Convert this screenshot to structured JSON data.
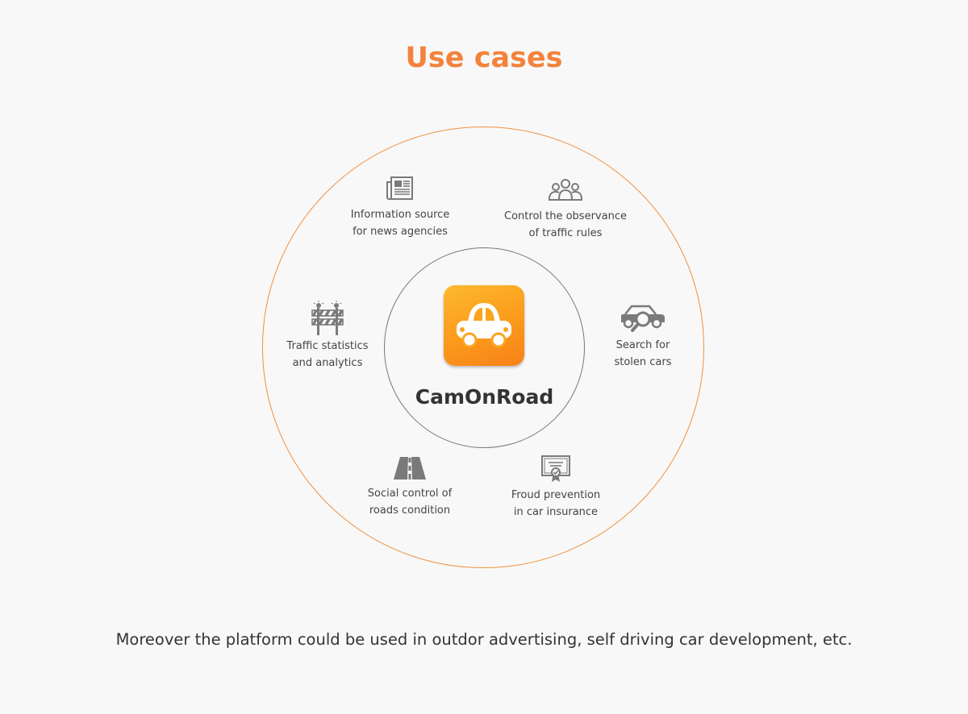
{
  "title": "Use cases",
  "center": {
    "brand": "CamOnRoad",
    "icon": "car-app-icon"
  },
  "use_cases": [
    {
      "id": "news",
      "icon": "newspaper-icon",
      "line1": "Information source",
      "line2": "for news agencies"
    },
    {
      "id": "traffic-rules",
      "icon": "people-group-icon",
      "line1": "Control the observance",
      "line2": "of traffic rules"
    },
    {
      "id": "stolen-cars",
      "icon": "car-search-icon",
      "line1": "Search for",
      "line2": "stolen cars"
    },
    {
      "id": "insurance",
      "icon": "certificate-icon",
      "line1": "Froud prevention",
      "line2": "in car insurance"
    },
    {
      "id": "roads",
      "icon": "road-icon",
      "line1": "Social control of",
      "line2": "roads condition"
    },
    {
      "id": "statistics",
      "icon": "road-barrier-icon",
      "line1": "Traffic statistics",
      "line2": "and analytics"
    }
  ],
  "footer": "Moreover the platform could be used in outdor advertising, self driving car development, etc.",
  "colors": {
    "accent": "#f4823c",
    "outer_ring": "#f0913f",
    "inner_ring": "#777777",
    "icon_gray": "#7a7a7a",
    "app_icon_orange": "#fb9a1b"
  }
}
